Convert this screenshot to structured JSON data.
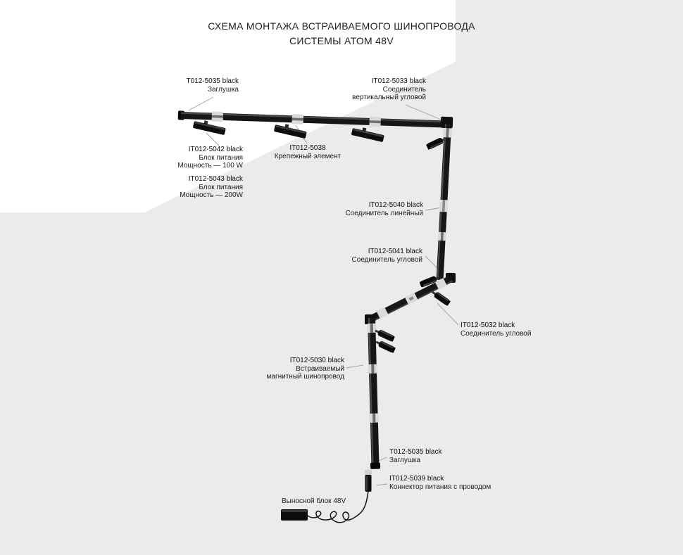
{
  "title": {
    "line1": "СХЕМА МОНТАЖА ВСТРАИВАЕМОГО ШИНОПРОВОДА",
    "line2": "СИСТЕМЫ АТОМ 48V"
  },
  "labels": [
    {
      "code": "T012-5035 black",
      "d1": "Заглушка",
      "d2": ""
    },
    {
      "code": "IT012-5033 black",
      "d1": "Соединитель",
      "d2": "вертикальный угловой"
    },
    {
      "code": "IT012-5042 black",
      "d1": "Блок питания",
      "d2": "Мощность — 100 W"
    },
    {
      "code": "IT012-5038",
      "d1": "Крепежный элемент",
      "d2": ""
    },
    {
      "code": "IT012-5043 black",
      "d1": "Блок питания",
      "d2": "Мощность — 200W"
    },
    {
      "code": "IT012-5040 black",
      "d1": "Соединитель линейный",
      "d2": ""
    },
    {
      "code": "IT012-5041 black",
      "d1": "Соединитель угловой",
      "d2": ""
    },
    {
      "code": "IT012-5032 black",
      "d1": "Соединитель угловой",
      "d2": ""
    },
    {
      "code": "IT012-5030 black",
      "d1": "Встраиваемый",
      "d2": "магнитный шинопровод"
    },
    {
      "code": "T012-5035 black",
      "d1": "Заглушка",
      "d2": ""
    },
    {
      "code": "IT012-5039 black",
      "d1": "Коннектор питания с проводом",
      "d2": ""
    }
  ],
  "external_psu_label": "Выносной блок 48V",
  "colors": {
    "page_background": "#ebebeb",
    "wall_highlight": "#ffffff",
    "track": "#161616",
    "connector_light": "#dadada",
    "leader_line": "#9e9e9e"
  }
}
